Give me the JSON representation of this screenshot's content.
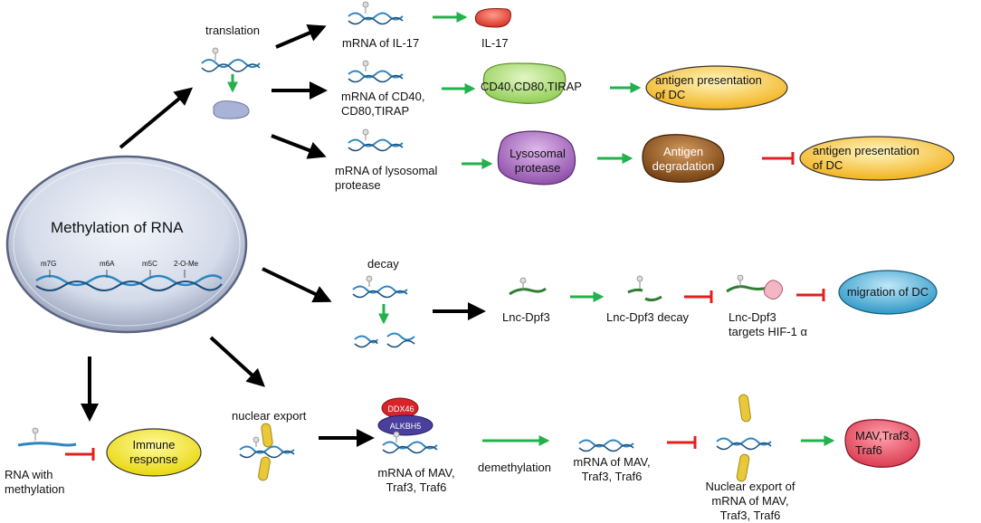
{
  "central": {
    "title": "Methylation of RNA",
    "marks": [
      "m7G",
      "m6A",
      "m5C",
      "2-O-Me"
    ]
  },
  "translation": {
    "heading": "translation",
    "rows": {
      "il17": {
        "mrna": "mRNA of IL-17",
        "product": "IL-17"
      },
      "cd40": {
        "mrna_line1": "mRNA of CD40,",
        "mrna_line2": "CD80,TIRAP",
        "product": "CD40,CD80,TIRAP",
        "outcome_line1": "antigen presentation",
        "outcome_line2": "of DC"
      },
      "lyso": {
        "mrna_line1": "mRNA of lysosomal",
        "mrna_line2": "protease",
        "enzyme_line1": "Lysosomal",
        "enzyme_line2": "protease",
        "degradation_line1": "Antigen",
        "degradation_line2": "degradation",
        "outcome_line1": "antigen presentation",
        "outcome_line2": "of DC"
      }
    }
  },
  "decay": {
    "heading": "decay",
    "lnc": "Lnc-Dpf3",
    "lnc_decay": "Lnc-Dpf3 decay",
    "targets_line1": "Lnc-Dpf3",
    "targets_line2": "targets HIF-1 α",
    "migration": "migration of DC"
  },
  "immune": {
    "rna_line1": "RNA with",
    "rna_line2": "methylation",
    "response_line1": "Immune",
    "response_line2": "response"
  },
  "export": {
    "heading": "nuclear export",
    "ddx": "DDX46",
    "alkbh": "ALKBH5",
    "mrna_line1": "mRNA of MAV,",
    "mrna_line2": "Traf3, Traf6",
    "demethylation": "demethylation",
    "mrna2_line1": "mRNA of MAV,",
    "mrna2_line2": "Traf3, Traf6",
    "nuclear_line1": "Nuclear export of",
    "nuclear_line2": "mRNA of MAV,",
    "nuclear_line3": "Traf3, Traf6",
    "product_line1": "MAV,Traf3,",
    "product_line2": "Traf6"
  },
  "colors": {
    "black_arrow": "#000000",
    "green_arrow": "#22b14c",
    "red_inhibit": "#e02020",
    "rna_blue": "#2e86c1",
    "rna_dark": "#1a4f7a",
    "oval_fill": "#dde3f0",
    "il17": "#e23b2b",
    "cd40_shape": "#a8d86e",
    "lyso_shape": "#9a5db0",
    "degradation": "#8a4a12",
    "antigen_oval": "#f6c232",
    "migration": "#3fa9d6",
    "immune": "#f3e21a",
    "ddx": "#d6242a",
    "alkbh": "#4a3f9c",
    "traf_product": "#e34a5a",
    "yellow_protein": "#e8c93a",
    "ribosome": "#a9b3d8"
  }
}
